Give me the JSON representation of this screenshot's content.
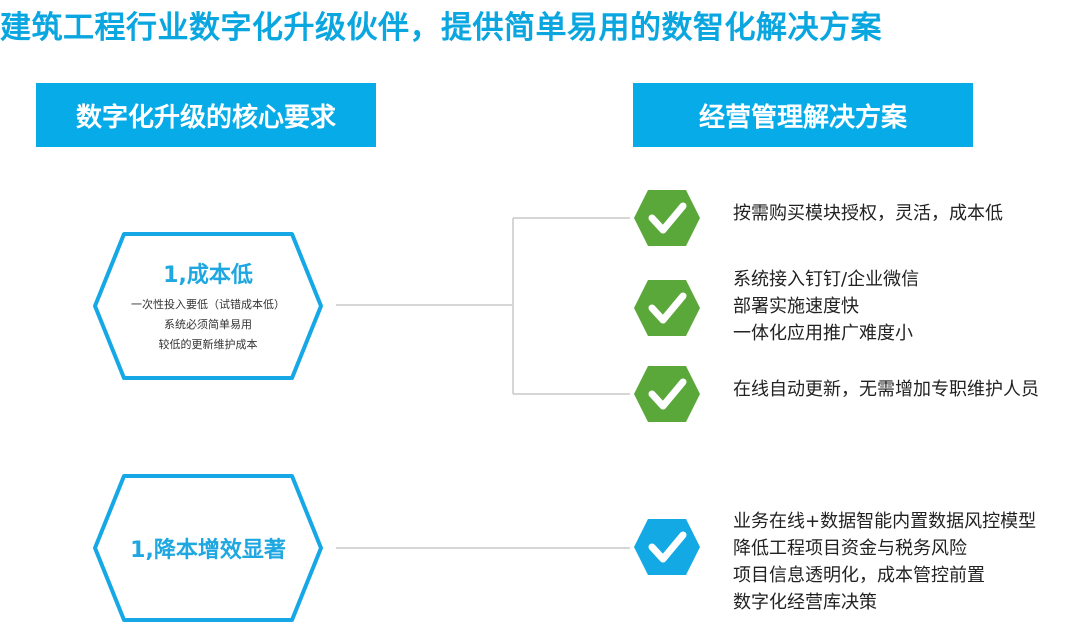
{
  "title": "建筑工程行业数字化升级伙伴，提供简单易用的数智化解决方案",
  "headers": {
    "left": "数字化升级的核心要求",
    "right": "经营管理解决方案"
  },
  "requirements": [
    {
      "title": "1,成本低",
      "details": [
        "一次性投入要低（试错成本低）",
        "系统必须简单易用",
        "较低的更新维护成本"
      ]
    },
    {
      "title": "1,降本增效显著",
      "details": []
    }
  ],
  "solutions": [
    {
      "lines": [
        "按需购买模块授权，灵活，成本低"
      ]
    },
    {
      "lines": [
        "系统接入钉钉/企业微信",
        "部署实施速度快",
        "一体化应用推广难度小"
      ]
    },
    {
      "lines": [
        "在线自动更新，无需增加专职维护人员"
      ]
    },
    {
      "lines": [
        "业务在线+数据智能内置数据风控模型",
        "降低工程项目资金与税务风险",
        "项目信息透明化，成本管控前置",
        "数字化经营库决策"
      ]
    }
  ],
  "colors": {
    "title": "#0aa6e0",
    "header_bg": "#06abe8",
    "hex_border": "#16a8e6",
    "check_green": "#5aa83a",
    "check_blue": "#12a9e4",
    "connector": "#c8c8c8"
  },
  "icons": {
    "check": "checkmark-icon",
    "hexagon": "hexagon-frame"
  }
}
